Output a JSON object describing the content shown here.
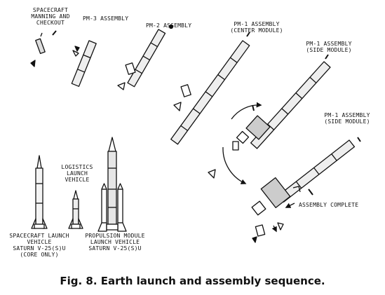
{
  "labels": {
    "manning": [
      "SPACECRAFT",
      "MANNING AND",
      "CHECKOUT"
    ],
    "pm3": [
      "PM-3 ASSEMBLY"
    ],
    "pm2": [
      "PM-2 ASSEMBLY"
    ],
    "pm1_center": [
      "PM-1 ASSEMBLY",
      "(CENTER MODULE)"
    ],
    "pm1_side_a": [
      "PM-1 ASSEMBLY",
      "(SIDE MODULE)"
    ],
    "pm1_side_b": [
      "PM-1 ASSEMBLY",
      "(SIDE MODULE)"
    ],
    "assembly_complete": [
      "ASSEMBLY COMPLETE"
    ],
    "logistics": [
      "LOGISTICS",
      "LAUNCH",
      "VEHICLE"
    ],
    "spacecraft_lv": [
      "SPACECRAFT LAUNCH",
      "VEHICLE",
      "SATURN V-25(S)U",
      "(CORE ONLY)"
    ],
    "propulsion_lv": [
      "PROPULSION MODULE",
      "LAUNCH VEHICLE",
      "SATURN V-25(S)U"
    ]
  },
  "caption": "Fig. 8. Earth launch and assembly sequence."
}
